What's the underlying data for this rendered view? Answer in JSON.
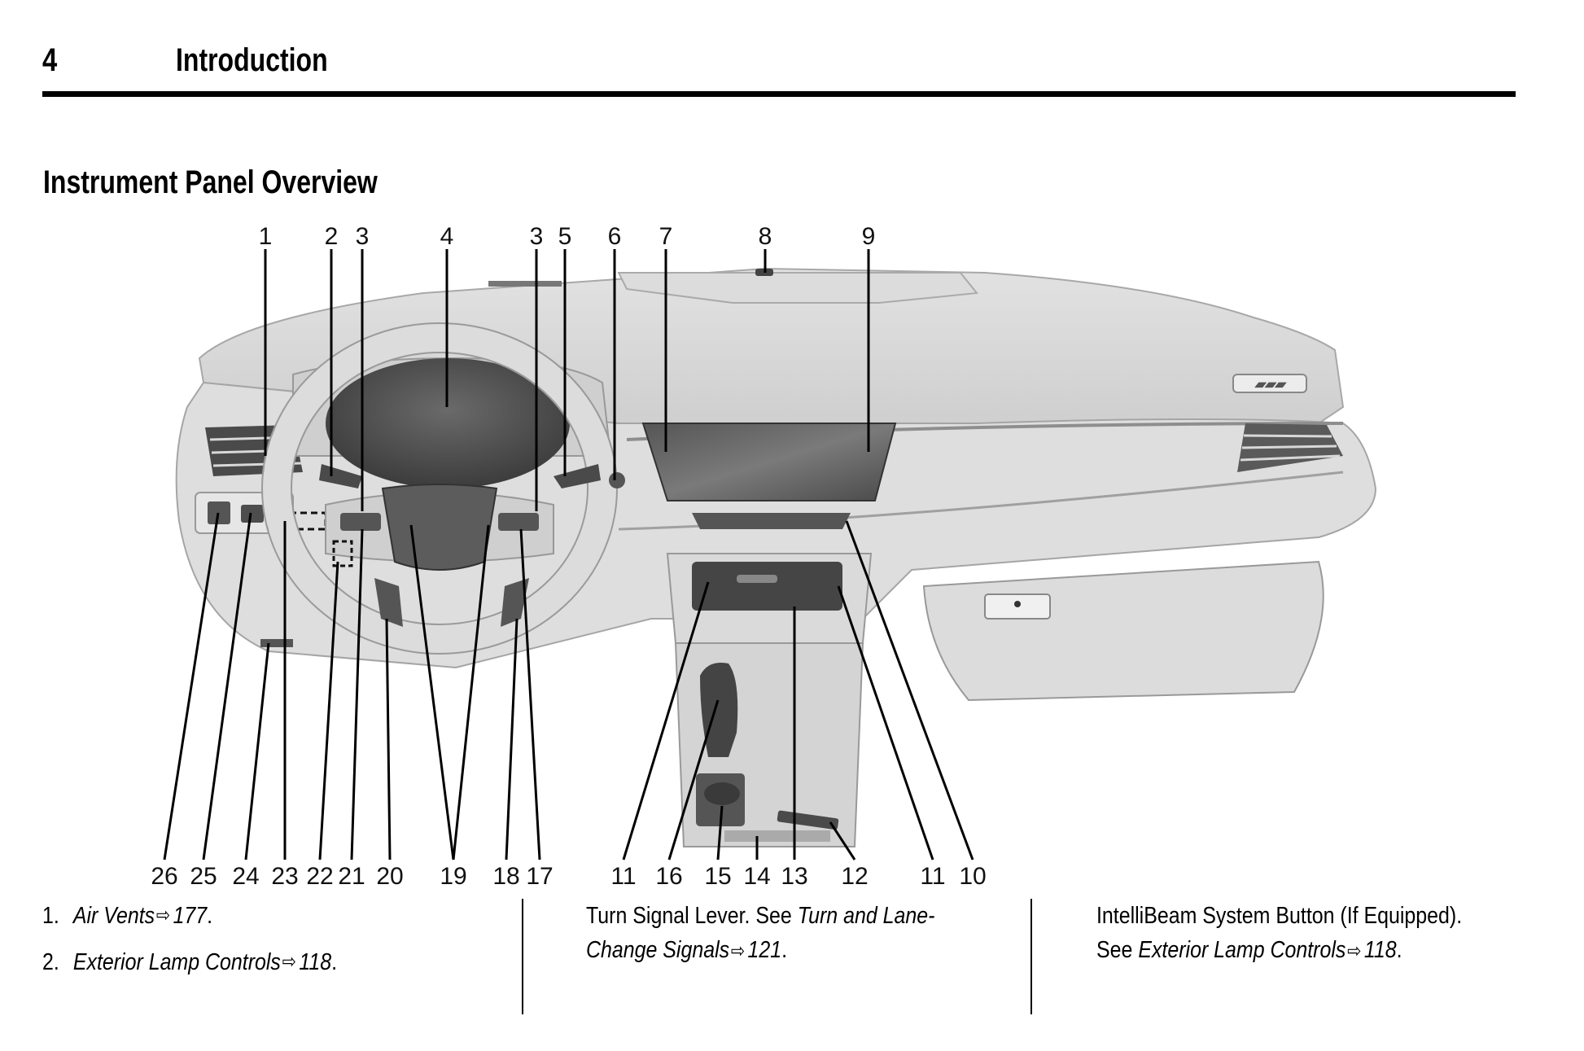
{
  "header": {
    "page_number": "4",
    "chapter_title": "Introduction"
  },
  "section": {
    "title": "Instrument Panel Overview"
  },
  "diagram": {
    "top_callouts": [
      "1",
      "2",
      "3",
      "4",
      "3",
      "5",
      "6",
      "7",
      "8",
      "9"
    ],
    "bottom_callouts": [
      "26",
      "25",
      "24",
      "23",
      "22",
      "21",
      "20",
      "19",
      "18",
      "17",
      "11",
      "16",
      "15",
      "14",
      "13",
      "12",
      "11",
      "10"
    ],
    "colors": {
      "body": "#d9d9d9",
      "body_light": "#e8e8e8",
      "dark": "#5a5a5a",
      "darker": "#3e3e3e",
      "outline": "#9a9a9a",
      "leader": "#000000"
    }
  },
  "legend": {
    "column1": [
      {
        "number": "1.",
        "text": "Air Vents",
        "arrow": "⇨",
        "page": "177",
        "end": "."
      },
      {
        "number": "2.",
        "text": "Exterior Lamp Controls",
        "arrow": "⇨",
        "page": "118",
        "end": "."
      }
    ],
    "column2": {
      "line1_plain": "Turn Signal Lever. See ",
      "line1_italic": "Turn and Lane-",
      "line2_italic": "Change Signals",
      "arrow": "⇨",
      "page": "121",
      "end": "."
    },
    "column3": {
      "line1_plain": "IntelliBeam System Button (If Equipped).",
      "line2_plain": "See ",
      "line2_italic": "Exterior Lamp Controls",
      "arrow": "⇨",
      "page": "118",
      "end": "."
    }
  }
}
